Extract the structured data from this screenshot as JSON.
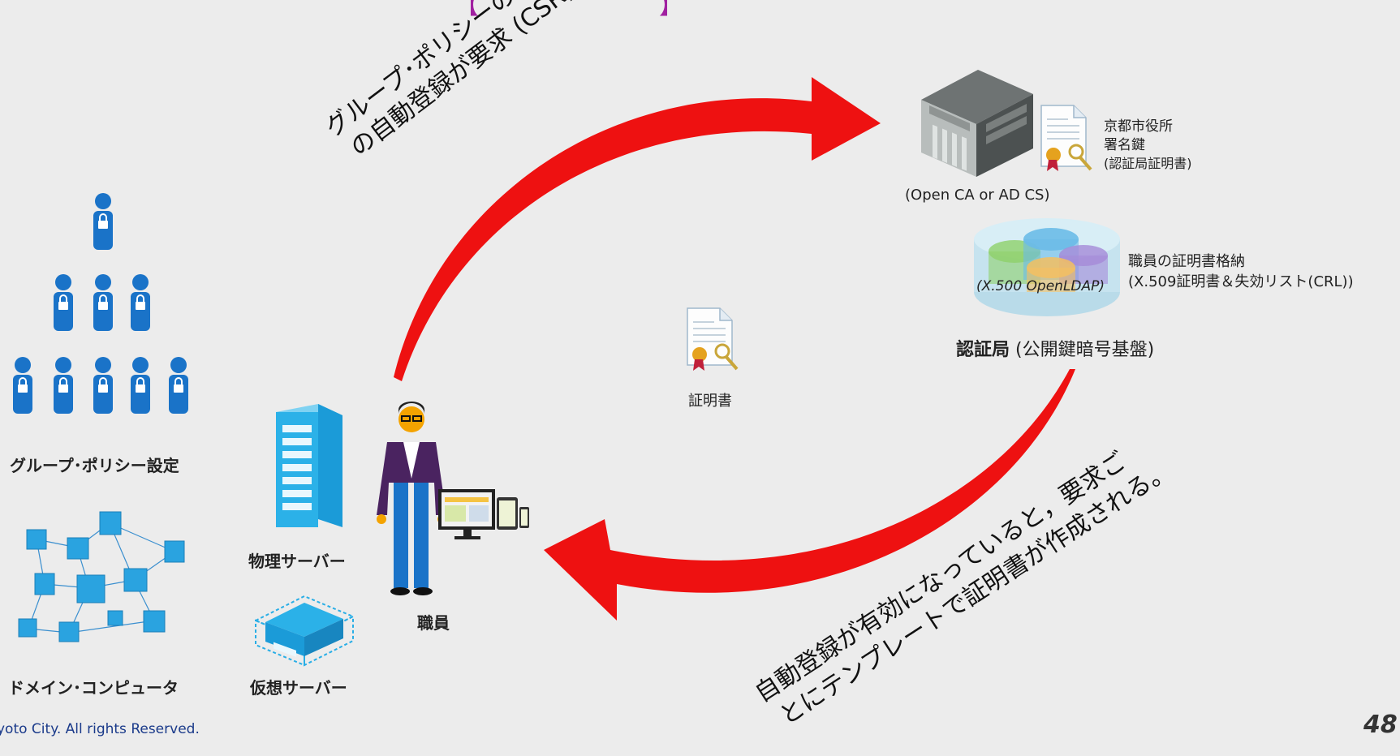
{
  "top_bracket": "【　　　　　　】",
  "left": {
    "group_policy_label": "グループ･ポリシー設定",
    "domain_computer_label": "ドメイン･コンピュータ"
  },
  "center": {
    "physical_server_label": "物理サーバー",
    "virtual_server_label": "仮想サーバー",
    "staff_label": "職員",
    "certificate_label": "証明書"
  },
  "ca": {
    "server_caption": "(Open CA or AD CS)",
    "key_line1": "京都市役所",
    "key_line2": "署名鍵",
    "key_line3": "(認証局証明書)",
    "db_inner": "(X.500 OpenLDAP)",
    "store_line1": "職員の証明書格納",
    "store_line2": "(X.509証明書＆失効リスト(CRL))",
    "title_bold": "認証局",
    "title_rest": " (公開鍵暗号基盤)"
  },
  "flow": {
    "upper_line1": "グループ･ポリシーの設定で証明書",
    "upper_line2": "の自動登録が要求 (CSR)される。",
    "lower_line1": "自動登録が有効になっていると，要求ご",
    "lower_line2": "とにテンプレートで証明書が作成される。"
  },
  "footer": {
    "copyright": "yoto City. All rights Reserved.",
    "page_number": "48"
  },
  "colors": {
    "arrow": "#ee1111",
    "people": "#1a73c8",
    "server": "#29aee6",
    "tie_suit": "#4a2360"
  }
}
